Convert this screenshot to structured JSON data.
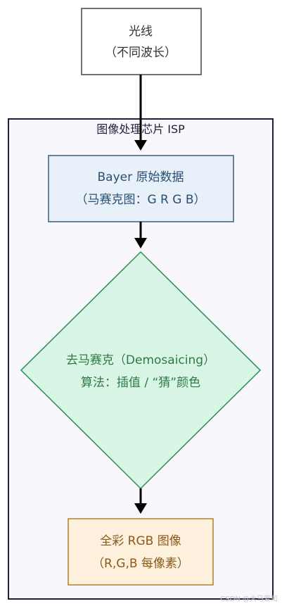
{
  "nodes": {
    "light_source": {
      "line1": "光线",
      "line2": "（不同波长）"
    },
    "bayer_data": {
      "line1": "Bayer 原始数据",
      "line2": "（马赛克图：G R G B）"
    },
    "demosaic": {
      "line1": "去马赛克（Demosaicing）",
      "line2": "算法：插值 / “猜”颜色"
    },
    "full_color": {
      "line1": "全彩 RGB 图像",
      "line2": "（R,G,B 每像素）"
    }
  },
  "container": {
    "label": "图像处理芯片 ISP"
  },
  "colors": {
    "bayer_fill": "#e8f0f9",
    "bayer_stroke": "#3a5a7a",
    "bayer_text": "#2a4f72",
    "demosaic_fill": "#d9f5e6",
    "demosaic_stroke": "#2e8a55",
    "demosaic_text": "#2e7a45",
    "output_fill": "#fdf0dc",
    "output_stroke": "#b07a30",
    "output_text": "#8a5a18",
    "container_fill": "#f8f8fc",
    "container_stroke": "#1f1f3a",
    "arrow": "#000000"
  },
  "watermark": "CSDN @大马爱知"
}
